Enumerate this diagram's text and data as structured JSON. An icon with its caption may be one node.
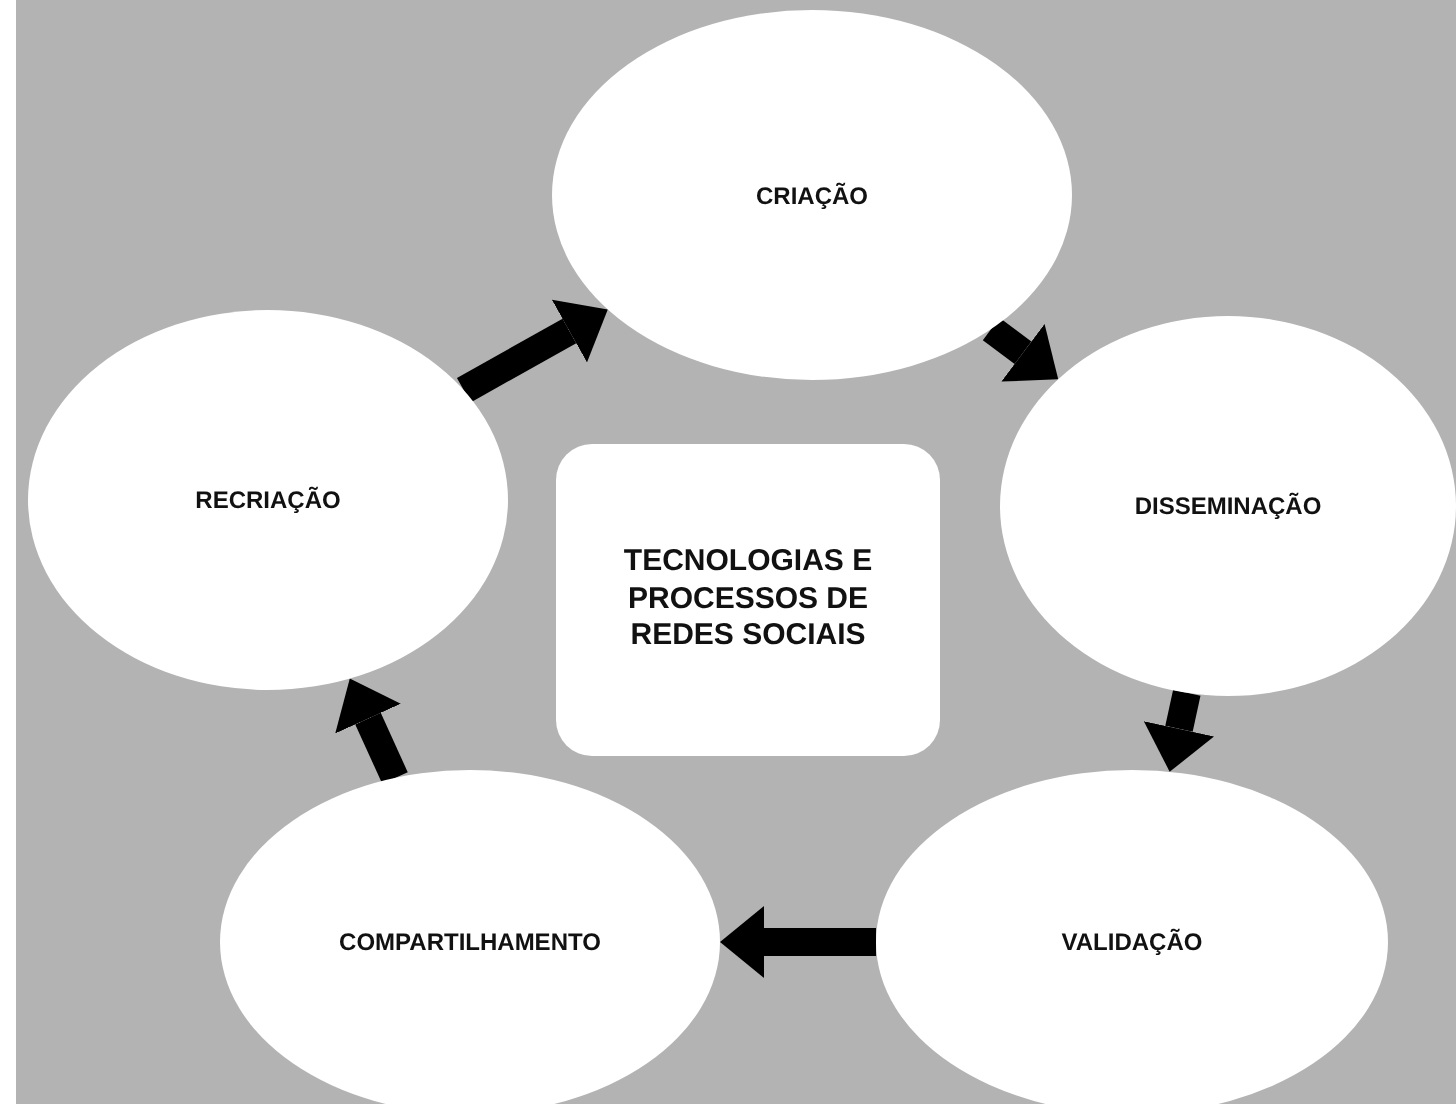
{
  "diagram": {
    "nodes": [
      {
        "text": [
          "CRIAÇÃO"
        ]
      },
      {
        "text": [
          "DISSEMINAÇÃO"
        ]
      },
      {
        "text": [
          "VALIDAÇÃO"
        ]
      },
      {
        "text": [
          "COMPARTILHAMENTO"
        ]
      },
      {
        "text": [
          "RECRIAÇÃO"
        ]
      },
      {
        "text": [
          "TECNOLOGIAS E PROCESSOS DE REDES SOCIAIS"
        ]
      }
    ],
    "edges": [
      {
        "from": 0,
        "to": 1,
        "arrow": "to"
      },
      {
        "from": 1,
        "to": 2,
        "arrow": "to"
      },
      {
        "from": 2,
        "to": 3,
        "arrow": "to"
      },
      {
        "from": 3,
        "to": 4,
        "arrow": "to"
      },
      {
        "from": 4,
        "to": 0,
        "arrow": "to"
      }
    ]
  }
}
